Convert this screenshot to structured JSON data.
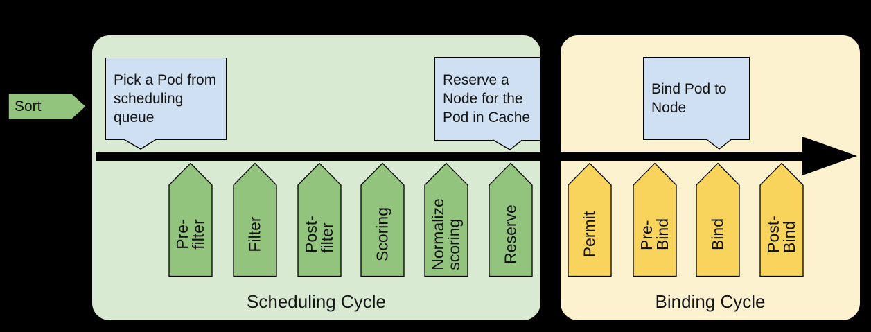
{
  "sort_label": "Sort",
  "scheduling": {
    "title": "Scheduling Cycle",
    "callouts": [
      {
        "text": "Pick a Pod from\nscheduling\nqueue"
      },
      {
        "text": "Reserve a\nNode for the\nPod in Cache"
      }
    ],
    "plugins": [
      "Pre-filter",
      "Filter",
      "Post-filter",
      "Scoring",
      "Normalize\nscoring",
      "Reserve"
    ]
  },
  "binding": {
    "title": "Binding Cycle",
    "callouts": [
      {
        "text": "Bind Pod to\nNode"
      }
    ],
    "plugins": [
      "Permit",
      "Pre-Bind",
      "Bind",
      "Post-Bind"
    ]
  },
  "colors": {
    "background": "#000000",
    "scheduling_fill": "#d9ead3",
    "binding_fill": "#fdf2cf",
    "scheduling_arrow": "#93c47d",
    "binding_arrow": "#f9d45c",
    "callout_fill": "#cfe0f2",
    "timeline": "#000000",
    "outline": "#000000"
  }
}
